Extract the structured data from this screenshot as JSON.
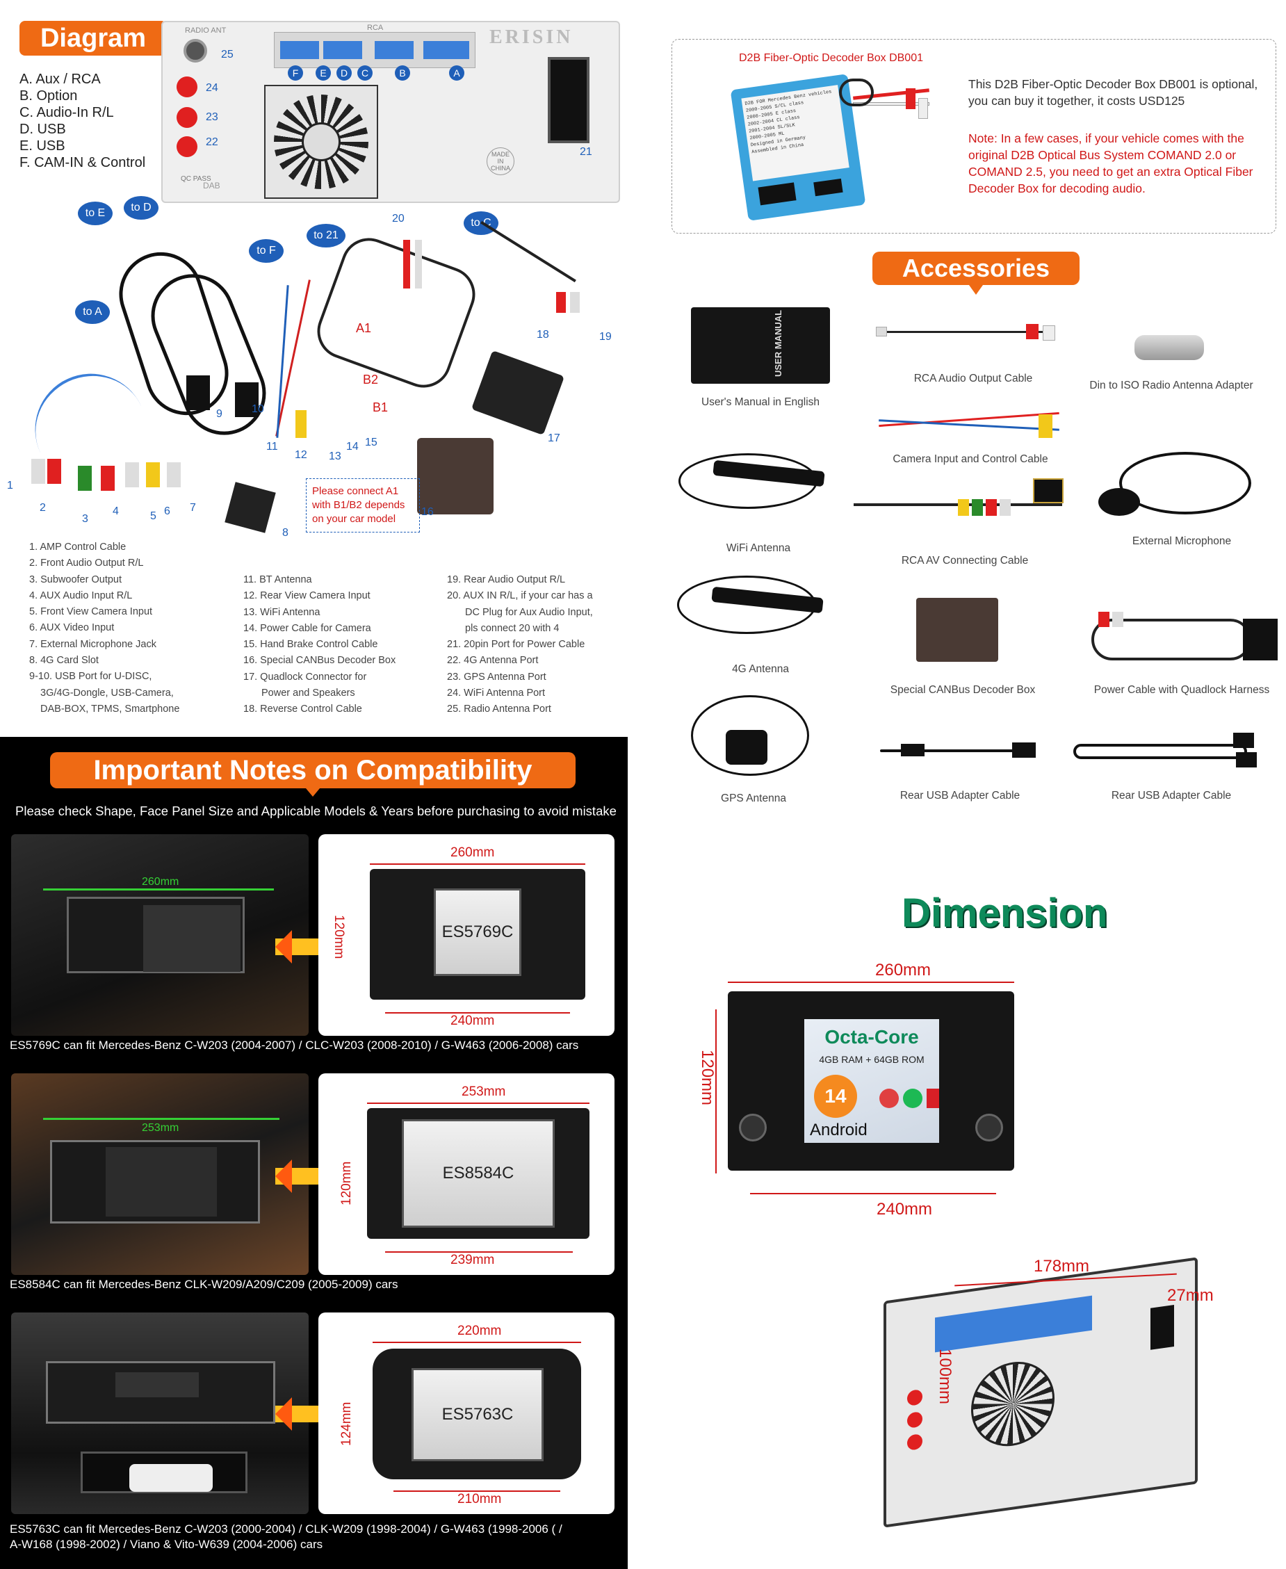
{
  "diagram": {
    "title": "Diagram",
    "ports": [
      "A. Aux / RCA",
      "B. Option",
      "C. Audio-In R/L",
      "D. USB",
      "E. USB",
      "F. CAM-IN & Control"
    ],
    "unit_labels": {
      "radio_ant": "RADIO ANT",
      "rca": "RCA",
      "brand": "ERISIN",
      "made_in": "MADE IN CHINA",
      "qc": "QC PASS",
      "dab": "DAB",
      "letters": [
        "F",
        "E",
        "D",
        "C",
        "B",
        "A"
      ],
      "n25": "25",
      "n24": "24",
      "n23": "23",
      "n22": "22",
      "n21": "21"
    },
    "tags": {
      "to_e": "to E",
      "to_d": "to D",
      "to_f": "to F",
      "to_21": "to 21",
      "to_c": "to C",
      "to_a": "to A"
    },
    "numbers": [
      "1",
      "2",
      "3",
      "4",
      "5",
      "6",
      "7",
      "8",
      "9",
      "10",
      "11",
      "12",
      "13",
      "14",
      "15",
      "16",
      "17",
      "18",
      "19",
      "20"
    ],
    "markers": {
      "a1": "A1",
      "b2": "B2",
      "b1": "B1"
    },
    "note": "Please connect A1 with B1/B2 depends on your car model",
    "list_col1": [
      "1. AMP Control Cable",
      "2. Front Audio Output R/L",
      "3. Subwoofer Output",
      "4. AUX Audio Input R/L",
      "5. Front View Camera Input",
      "6. AUX Video Input",
      "7. External Microphone Jack",
      "8. 4G Card Slot",
      "9-10. USB Port for U-DISC,",
      "3G/4G-Dongle, USB-Camera,",
      "DAB-BOX, TPMS, Smartphone"
    ],
    "list_col2": [
      "11. BT Antenna",
      "12. Rear View Camera Input",
      "13. WiFi Antenna",
      "14. Power Cable for Camera",
      "15. Hand Brake Control Cable",
      "16. Special CANBus Decoder Box",
      "17. Quadlock Connector for",
      "Power and Speakers",
      "18. Reverse Control Cable"
    ],
    "list_col3": [
      "19. Rear Audio Output R/L",
      "20. AUX IN R/L, if your car has a",
      "DC Plug for Aux Audio Input,",
      "pls connect 20 with 4",
      "21. 20pin Port for Power Cable",
      "22. 4G Antenna Port",
      "23. GPS Antenna Port",
      "24. WiFi Antenna Port",
      "25. Radio Antenna Port"
    ]
  },
  "decoder": {
    "label": "D2B Fiber-Optic Decoder Box  DB001",
    "desc": "This D2B Fiber-Optic Decoder Box DB001 is optional, you can buy it together, it costs USD125",
    "note": "Note: In a few cases, if your vehicle comes with the original D2B Optical Bus System COMAND 2.0 or COMAND 2.5, you need to get an extra Optical Fiber Decoder Box for decoding audio.",
    "box_text": [
      "D2B FOR Mercedes Benz vehicles",
      "2000-2005 S/CL class",
      "2000-2005 E class",
      "2002-2004 CL class",
      "2001-2004 SL/SLK",
      "2000-2005 ML",
      "Designed in Germany",
      "Assembled in China"
    ]
  },
  "accessories": {
    "title": "Accessories",
    "manual_cover": "USER MANUAL",
    "items": [
      "User's Manual in English",
      "RCA Audio Output Cable",
      "Din to ISO Radio Antenna Adapter",
      "Camera Input and Control Cable",
      "WiFi Antenna",
      "RCA AV Connecting Cable",
      "External Microphone",
      "4G Antenna",
      "Special CANBus Decoder Box",
      "Power Cable with Quadlock Harness",
      "GPS Antenna",
      "Rear USB Adapter Cable",
      "Rear USB Adapter Cable"
    ]
  },
  "compat": {
    "title": "Important Notes on Compatibility",
    "subtitle": "Please check Shape, Face Panel Size and Applicable Models & Years before purchasing to avoid mistake",
    "models": [
      {
        "code": "ES5769C",
        "photo_width": "260mm",
        "top": "260mm",
        "side": "120mm",
        "bottom": "240mm",
        "caption": "ES5769C can fit Mercedes-Benz C-W203 (2004-2007) / CLC-W203 (2008-2010) / G-W463 (2006-2008) cars"
      },
      {
        "code": "ES8584C",
        "photo_width": "253mm",
        "top": "253mm",
        "side": "120mm",
        "bottom": "239mm",
        "caption": "ES8584C can fit Mercedes-Benz CLK-W209/A209/C209 (2005-2009) cars"
      },
      {
        "code": "ES5763C",
        "photo_width": "",
        "top": "220mm",
        "side": "124mm",
        "bottom": "210mm",
        "caption1": "ES5763C can fit Mercedes-Benz C-W203 (2000-2004) / CLK-W209 (1998-2004) / G-W463 (1998-2006 ( /",
        "caption2": "A-W168 (1998-2002)  / Viano & Vito-W639 (2004-2006) cars"
      }
    ]
  },
  "dimension": {
    "title": "Dimension",
    "top": "260mm",
    "side": "120mm",
    "bottom": "240mm",
    "screen_title": "Octa-Core",
    "screen_sub": "4GB RAM + 64GB ROM",
    "android_ver": "14",
    "android": "Android",
    "back_width": "178mm",
    "back_depth": "27mm",
    "back_height": "100mm"
  }
}
